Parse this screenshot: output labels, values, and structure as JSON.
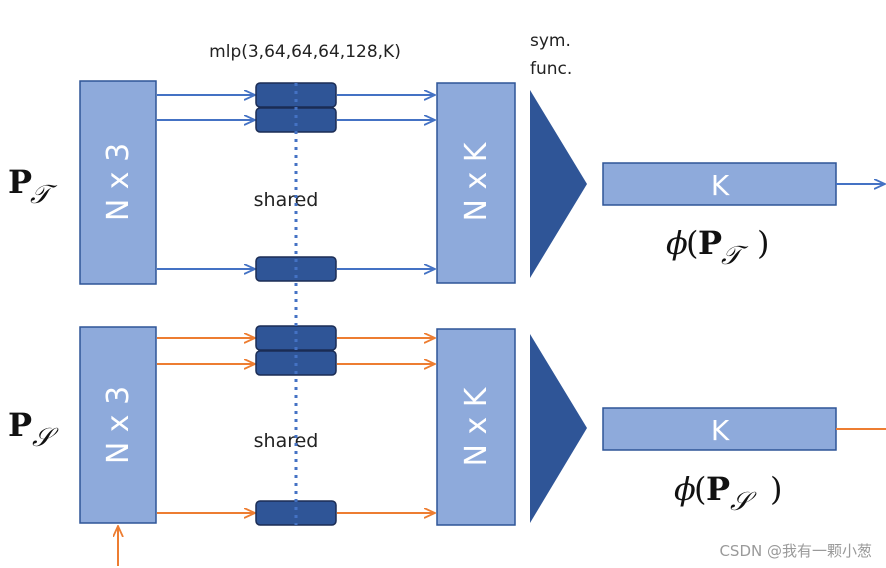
{
  "mlp_label": "mlp(3,64,64,64,128,K)",
  "sym_func": {
    "line1": "sym.",
    "line2": "func."
  },
  "colors": {
    "box_fill": "#8eaadb",
    "box_stroke": "#2f5597",
    "node_fill": "#2f5597",
    "triangle": "#2f5597",
    "arrow_top": "#4472c4",
    "arrow_bottom": "#ed7d31",
    "shared_line": "#4472c4"
  },
  "branches": [
    {
      "id": "T",
      "input_bold": "P",
      "input_sub": "𝒯",
      "input_box_label": "N x 3",
      "shared_label": "shared",
      "feature_box_label": "N x K",
      "output_box_label": "K",
      "phi": "ϕ",
      "output_bold": "P",
      "output_sub": "𝒯"
    },
    {
      "id": "S",
      "input_bold": "P",
      "input_sub": "𝒮",
      "input_box_label": "N x 3",
      "shared_label": "shared",
      "feature_box_label": "N x K",
      "output_box_label": "K",
      "phi": "ϕ",
      "output_bold": "P",
      "output_sub": "𝒮"
    }
  ],
  "watermark": "CSDN @我有一颗小葱"
}
